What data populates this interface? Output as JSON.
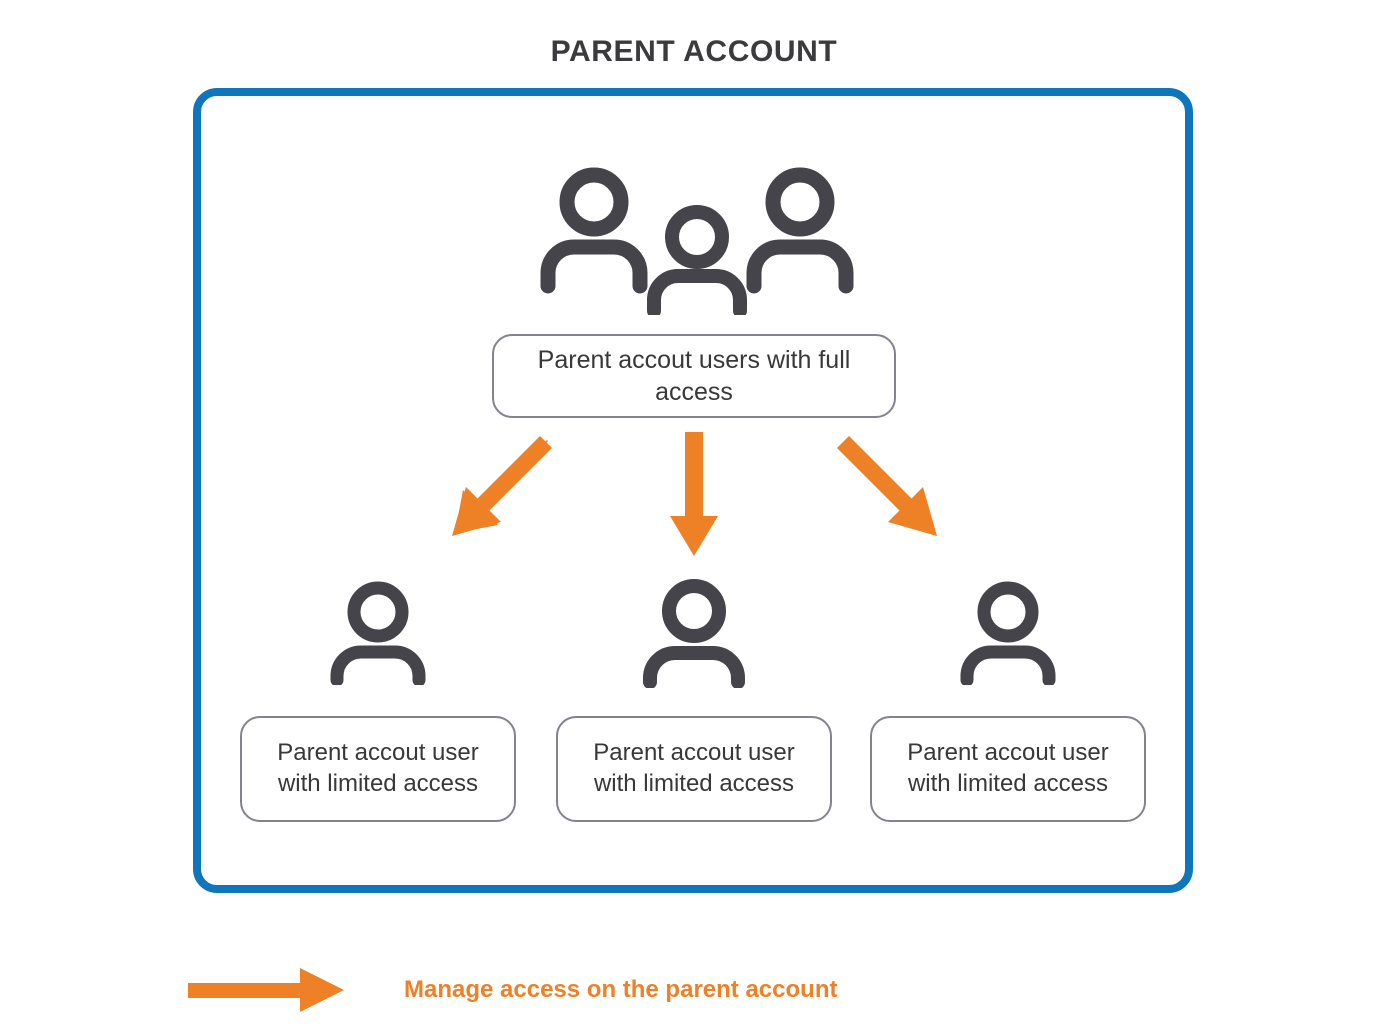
{
  "title": "PARENT ACCOUNT",
  "colors": {
    "frame_blue": "#0f76bc",
    "arrow_orange": "#ee8026",
    "icon_gray": "#44444a",
    "box_border_gray": "#83838d",
    "text_dark": "#38383a",
    "background": "#ffffff"
  },
  "frame": {
    "name": "parent-account-container"
  },
  "top_group": {
    "icon": "people-group-icon",
    "icon_count": 3,
    "label": "Parent accout users with full access"
  },
  "arrows": [
    {
      "name": "arrow-down-left",
      "direction": "down-left"
    },
    {
      "name": "arrow-down",
      "direction": "down"
    },
    {
      "name": "arrow-down-right",
      "direction": "down-right"
    }
  ],
  "children": [
    {
      "icon": "person-icon",
      "label_line1": "Parent accout user",
      "label_line2": "with limited access"
    },
    {
      "icon": "person-icon",
      "label_line1": "Parent accout user",
      "label_line2": "with limited access"
    },
    {
      "icon": "person-icon",
      "label_line1": "Parent accout user",
      "label_line2": "with limited access"
    }
  ],
  "legend": {
    "icon": "arrow-right-icon",
    "text": "Manage access on the parent account"
  }
}
